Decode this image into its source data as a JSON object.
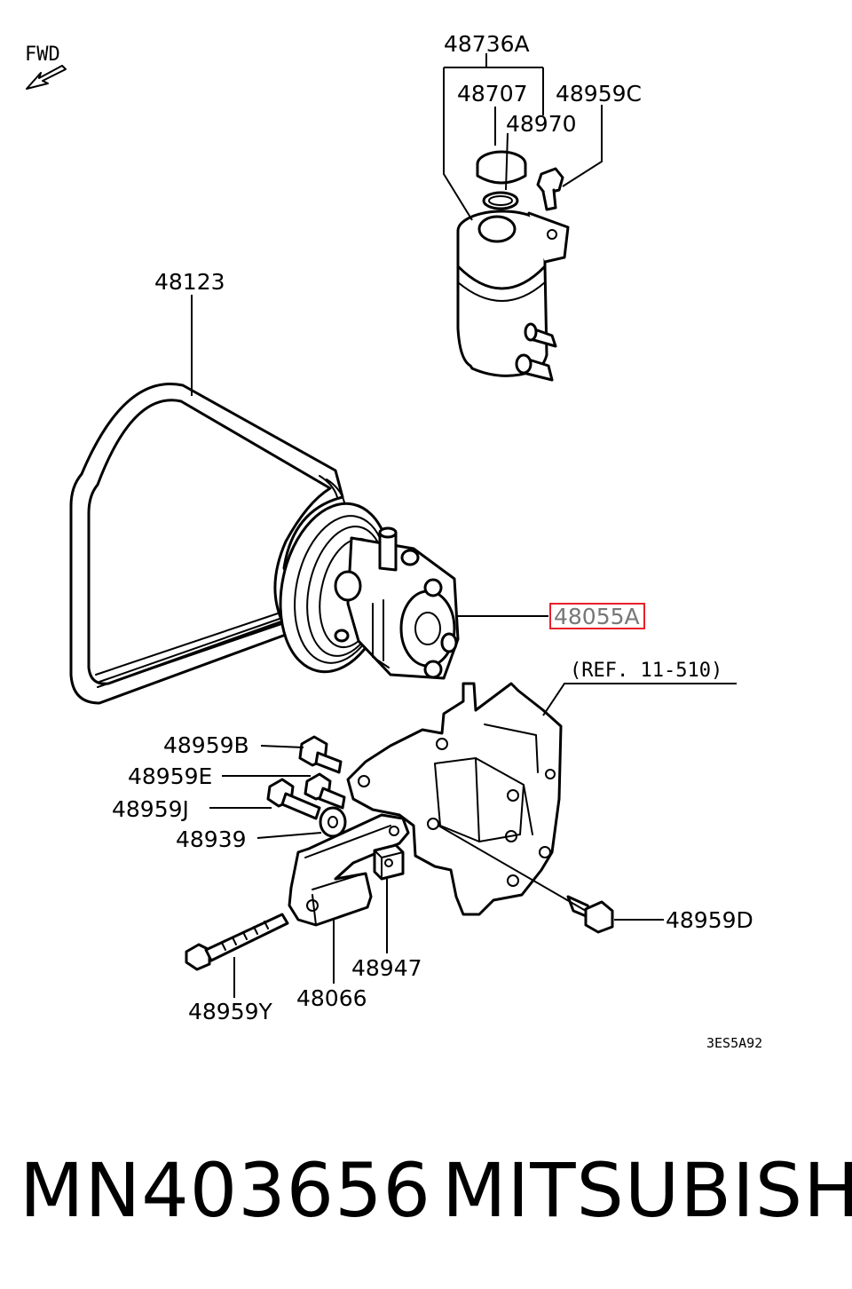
{
  "orientation": {
    "label": "FWD"
  },
  "labels": {
    "reservoir_assy": "48736A",
    "cap": "48707",
    "o_ring": "48970",
    "bolt_c": "48959C",
    "belt": "48123",
    "pump": "48055A",
    "reference": "(REF. 11-510)",
    "bolt_b": "48959B",
    "bolt_e": "48959E",
    "bolt_j": "48959J",
    "washer": "48939",
    "bolt_d": "48959D",
    "spacer": "48947",
    "bolt_y": "48959Y",
    "bracket": "48066"
  },
  "diagram_code": "3ES5A92",
  "highlight_color": "#e8202a",
  "caption": {
    "part_number": "MN403656",
    "brand": "MITSUBISHI"
  }
}
